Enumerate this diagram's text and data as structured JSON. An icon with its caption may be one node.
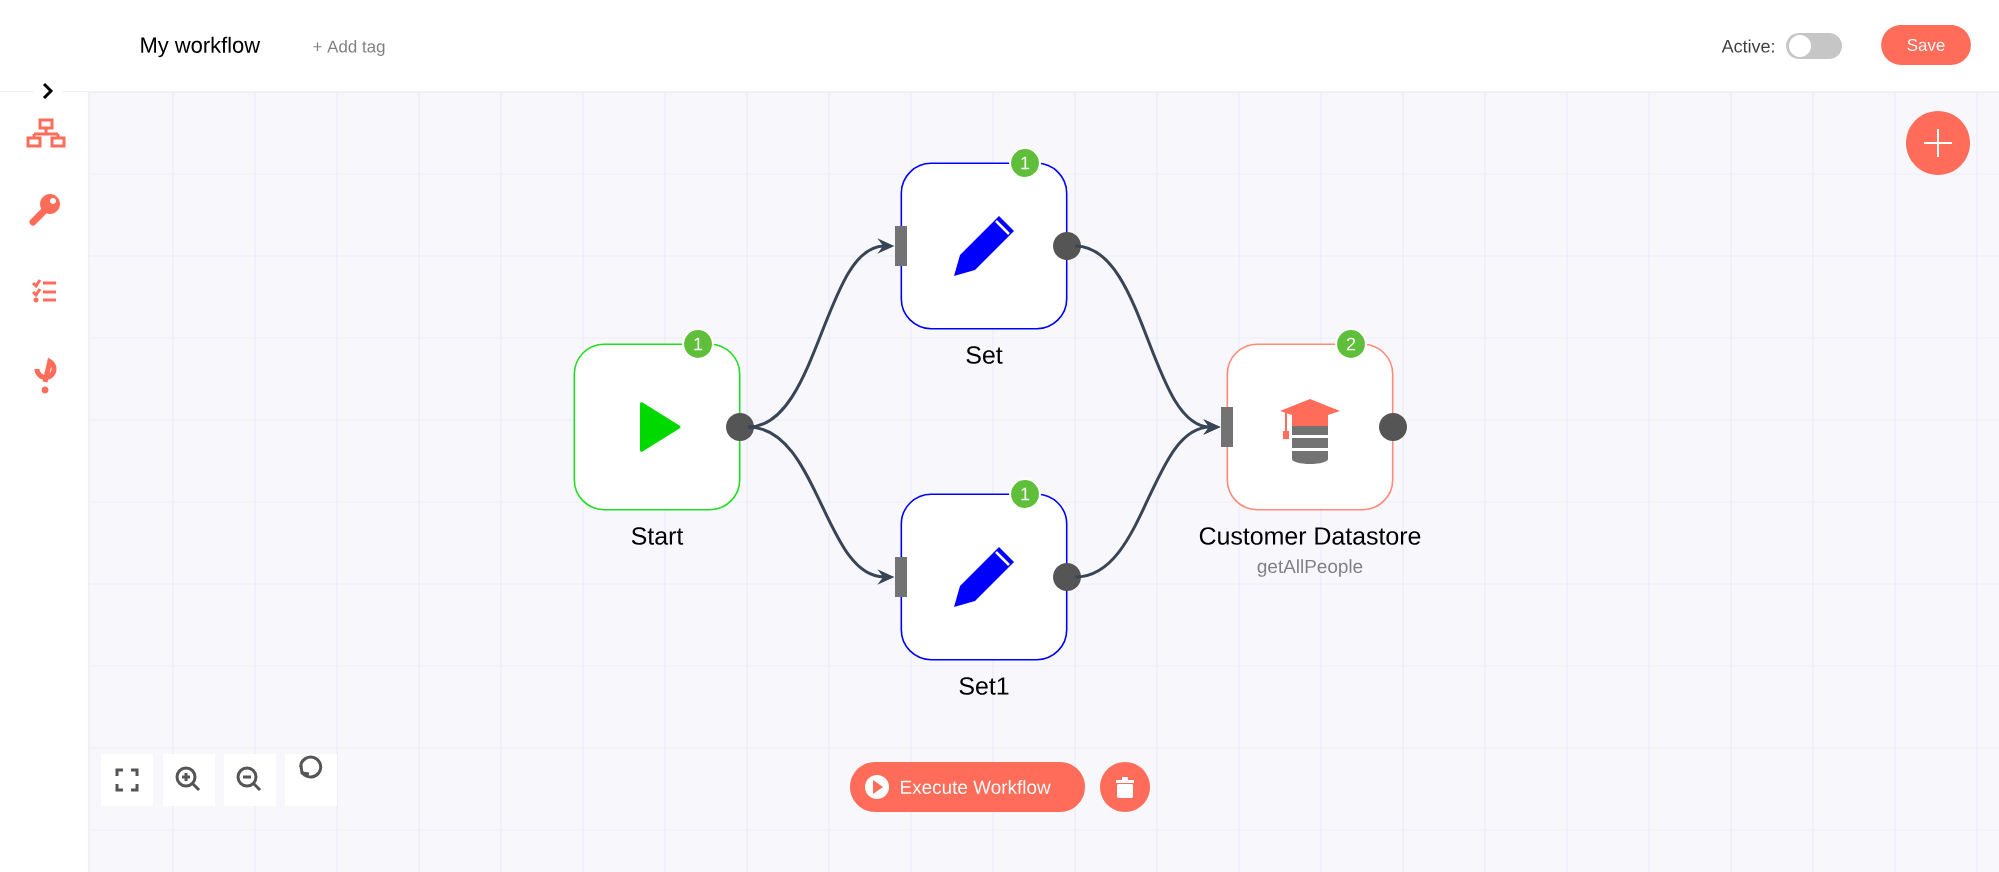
{
  "diagram": {
    "nodes": [
      {
        "text": [
          "Start"
        ],
        "beside": [
          "1"
        ]
      },
      {
        "text": [
          "Set"
        ],
        "beside": [
          "1"
        ]
      },
      {
        "text": [
          "Set1"
        ],
        "beside": [
          "1"
        ]
      },
      {
        "text": [
          "Customer Datastore",
          "getAllPeople"
        ],
        "beside": [
          "2"
        ]
      }
    ],
    "edges": [
      {
        "from": 0,
        "to": 1,
        "arrow": "to"
      },
      {
        "from": 0,
        "to": 2,
        "arrow": "to"
      },
      {
        "from": 1,
        "to": 3,
        "arrow": "to"
      },
      {
        "from": 2,
        "to": 3,
        "arrow": "to"
      }
    ],
    "labels": [
      "My workflow",
      "+ Add tag",
      "Active:",
      "Save",
      "Execute Workflow"
    ]
  }
}
